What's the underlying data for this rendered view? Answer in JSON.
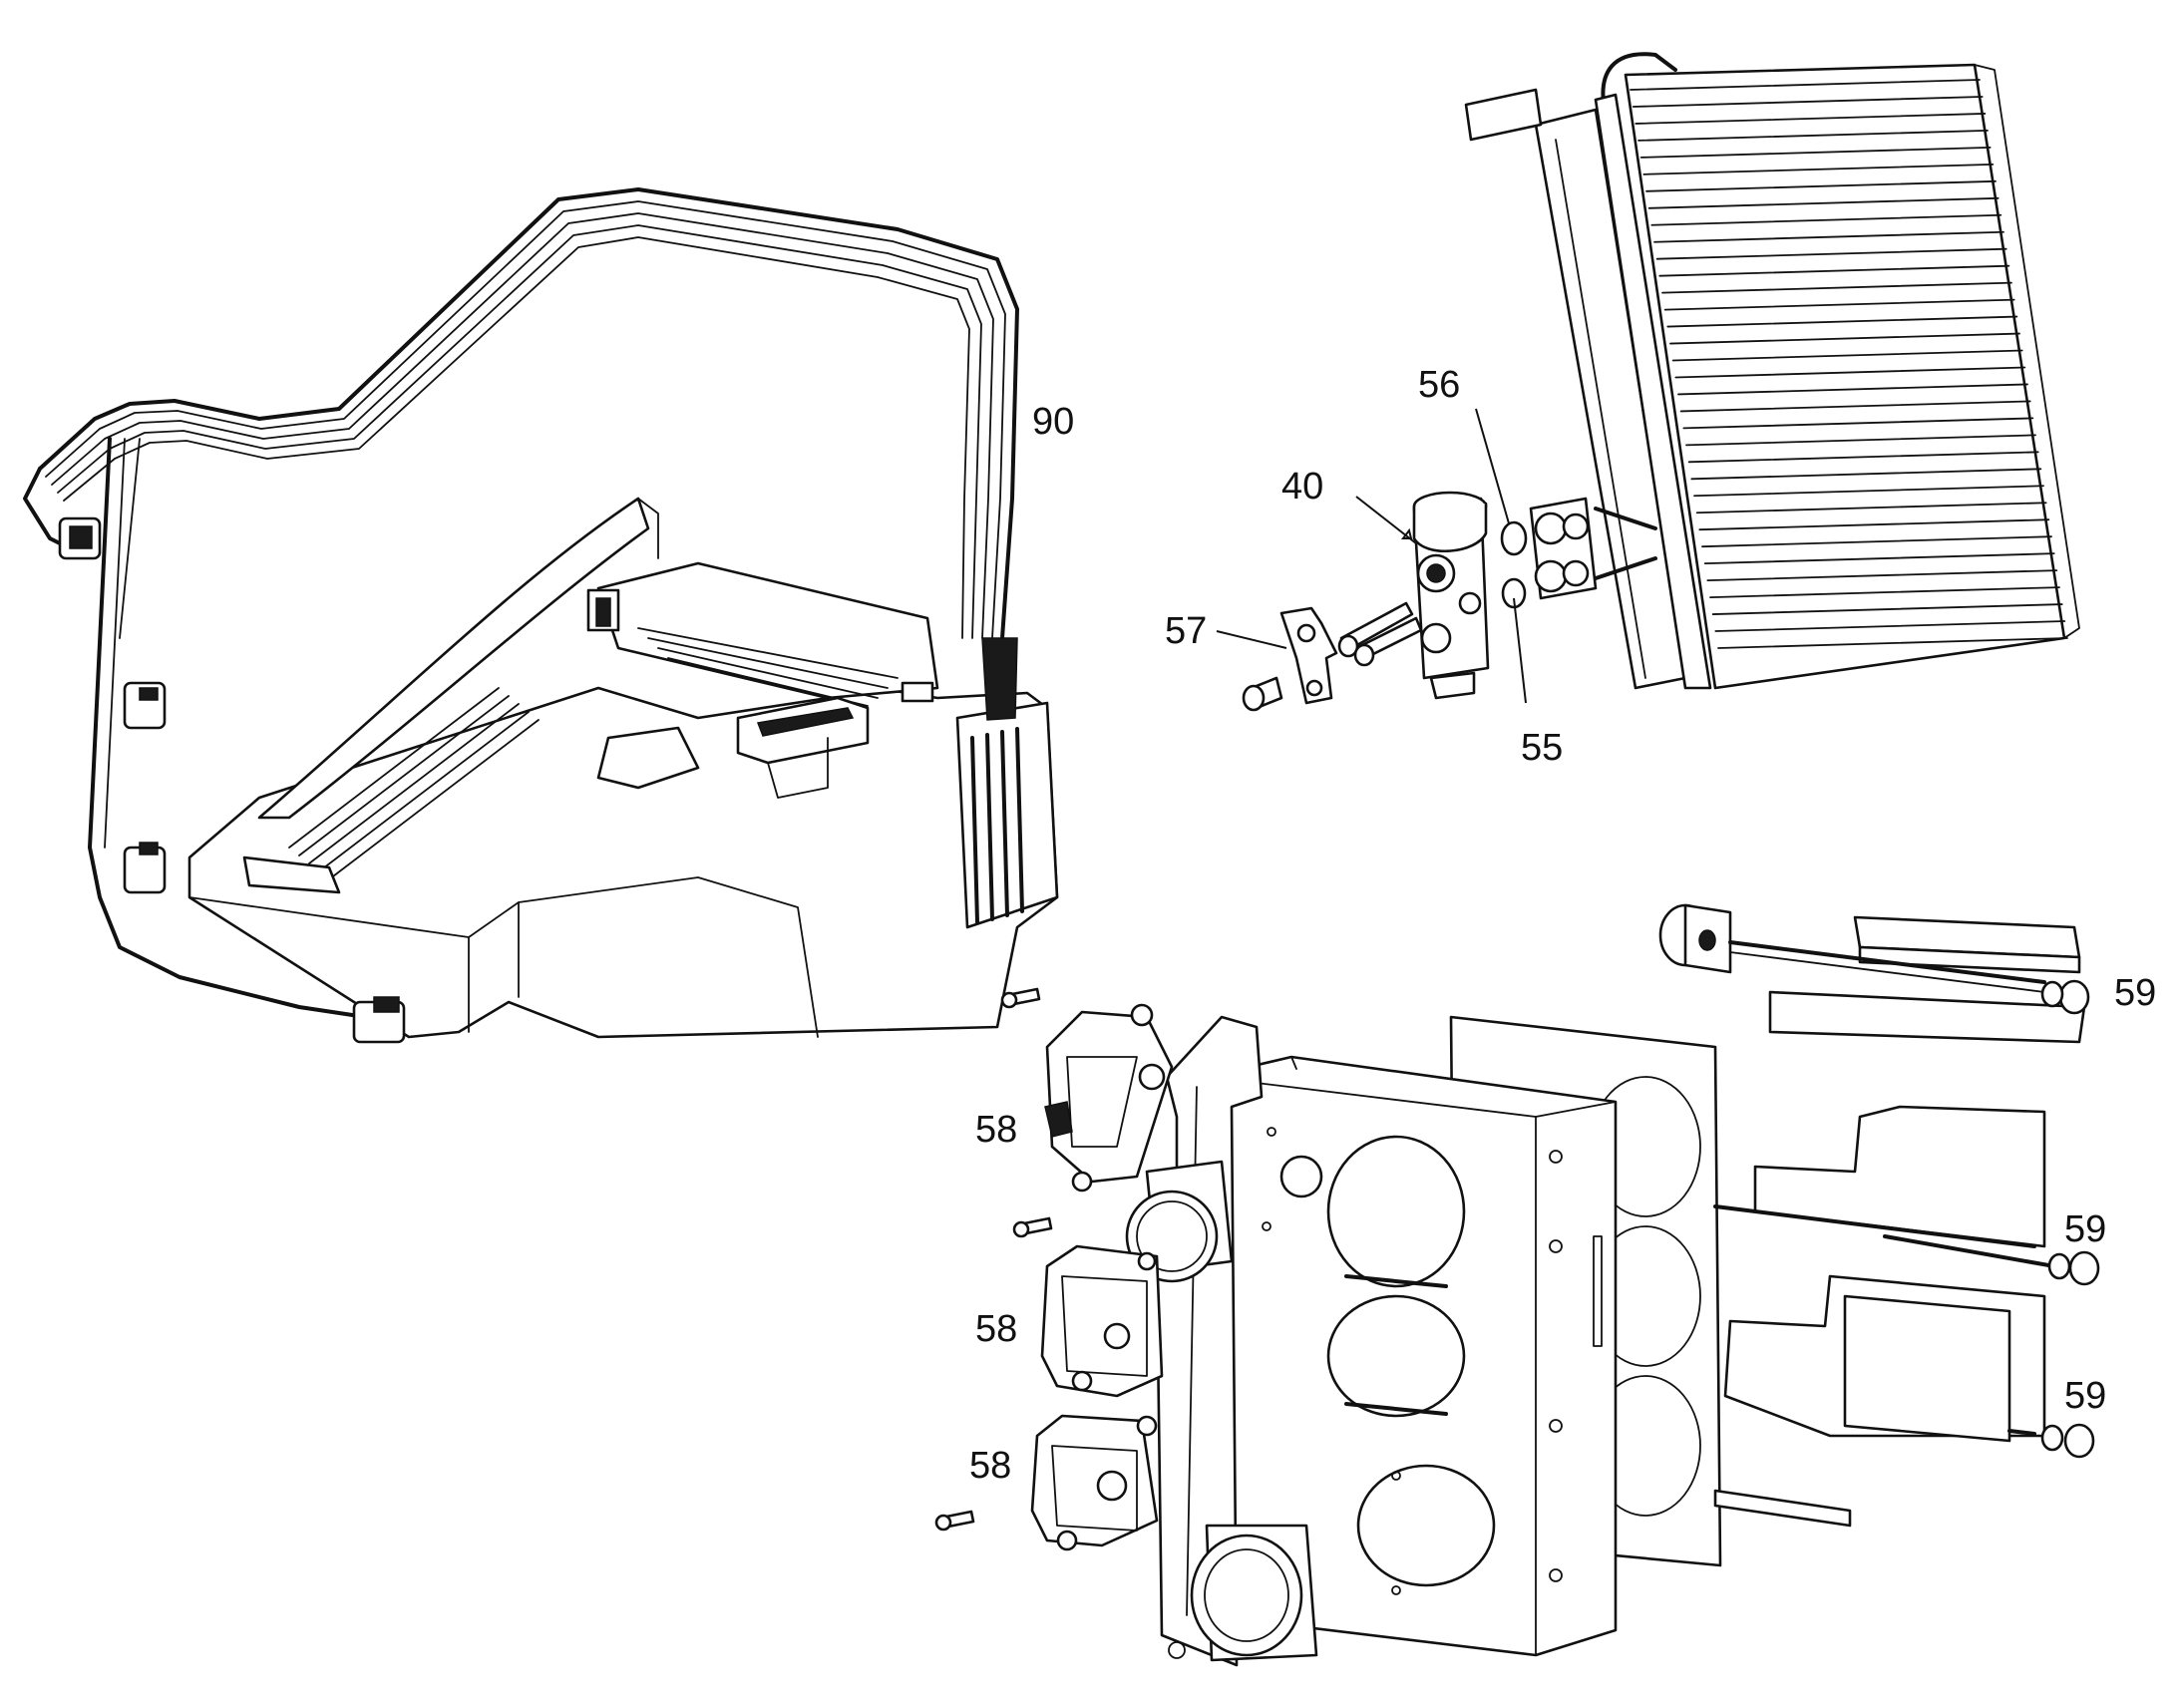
{
  "callouts": {
    "harness": "90",
    "valve": "40",
    "oring_upper": "56",
    "oring_lower": "55",
    "bracket": "57",
    "actuator_top": "58",
    "actuator_mid": "58",
    "actuator_bottom": "58",
    "sensor_top": "59",
    "sensor_mid": "59",
    "sensor_bottom": "59"
  }
}
